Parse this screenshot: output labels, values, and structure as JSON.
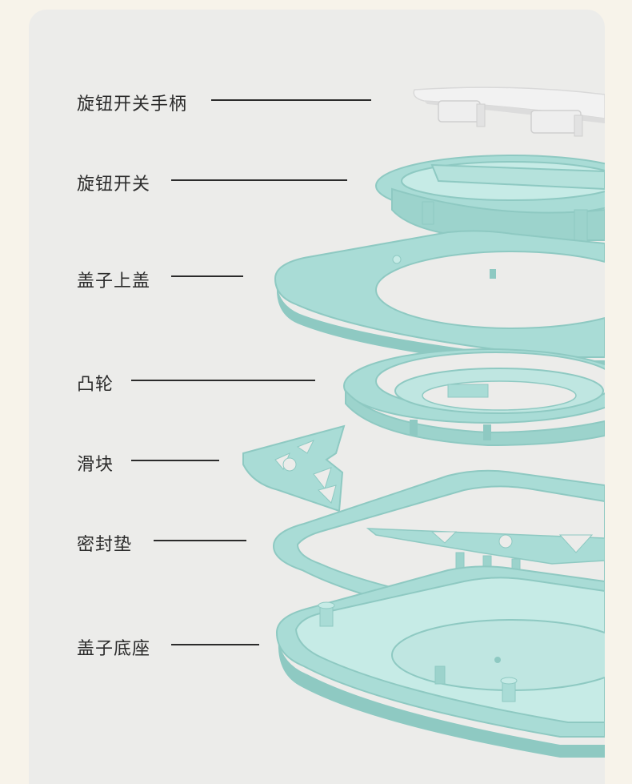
{
  "labels": {
    "knob_handle": "旋钮开关手柄",
    "knob": "旋钮开关",
    "lid_top": "盖子上盖",
    "cam": "凸轮",
    "slider": "滑块",
    "gasket": "密封垫",
    "lid_base": "盖子底座"
  },
  "colors": {
    "background": "#f7f3ea",
    "panel": "#ececea",
    "part_fill": "#a9dcd6",
    "part_shadow": "#8ec9c2",
    "part_highlight": "#c6ebe6",
    "handle_fill": "#f2f2f2",
    "text": "#2b2b2b"
  }
}
